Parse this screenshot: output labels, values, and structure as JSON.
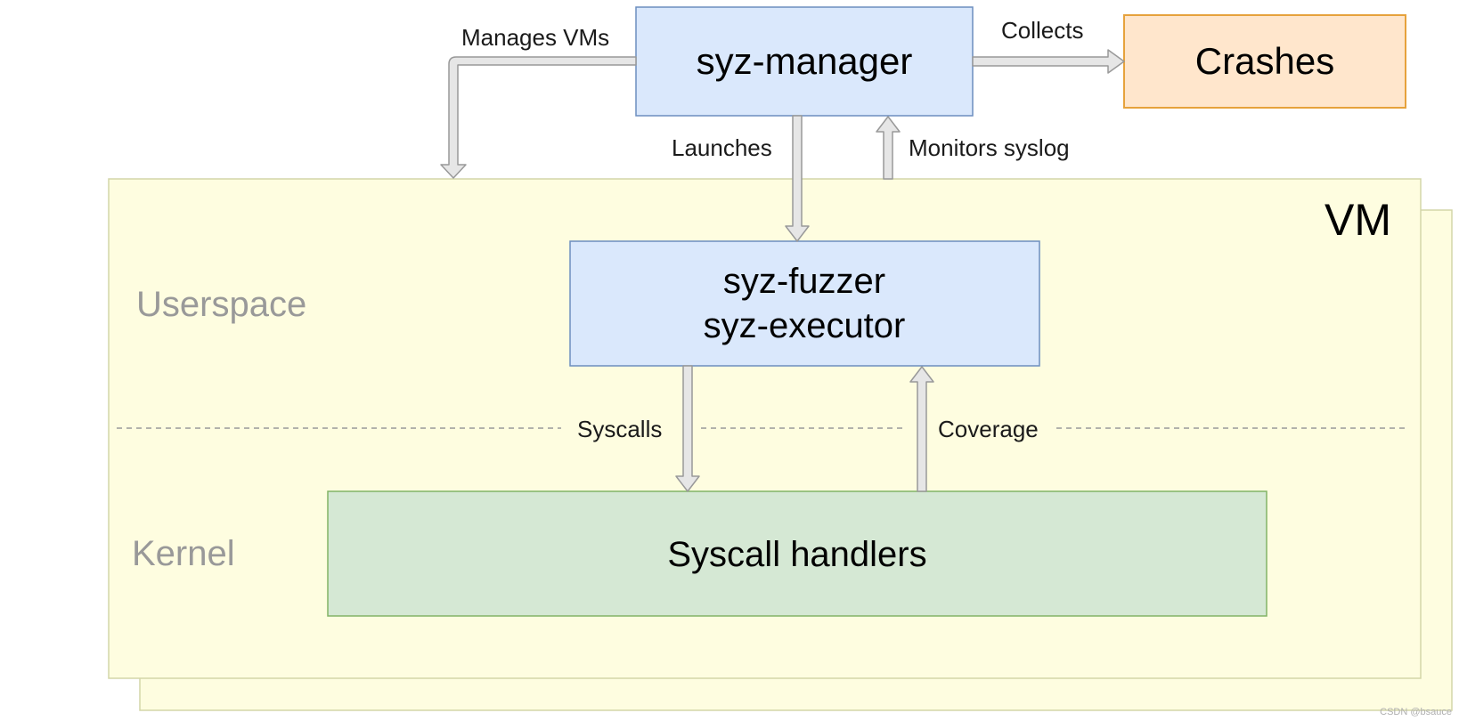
{
  "colors": {
    "vm_fill": "#fefde0",
    "vm_stroke": "#d3d6a8",
    "process_fill": "#dae8fc",
    "process_stroke": "#6c8ebf",
    "crashes_fill": "#ffe6cc",
    "crashes_stroke": "#e6a23c",
    "kernel_fill": "#d5e8d4",
    "kernel_stroke": "#82b366",
    "arrow_fill": "#e6e6e6",
    "arrow_stroke": "#999999",
    "separator": "#999999"
  },
  "nodes": {
    "syz_manager": "syz-manager",
    "crashes": "Crashes",
    "vm": "VM",
    "syz_fuzzer": "syz-fuzzer",
    "syz_executor": "syz-executor",
    "syscall_handlers": "Syscall handlers"
  },
  "layers": {
    "userspace": "Userspace",
    "kernel": "Kernel"
  },
  "edges": {
    "manages_vms": "Manages VMs",
    "collects": "Collects",
    "launches": "Launches",
    "monitors_syslog": "Monitors syslog",
    "syscalls": "Syscalls",
    "coverage": "Coverage"
  },
  "watermark": "CSDN @bsauce"
}
